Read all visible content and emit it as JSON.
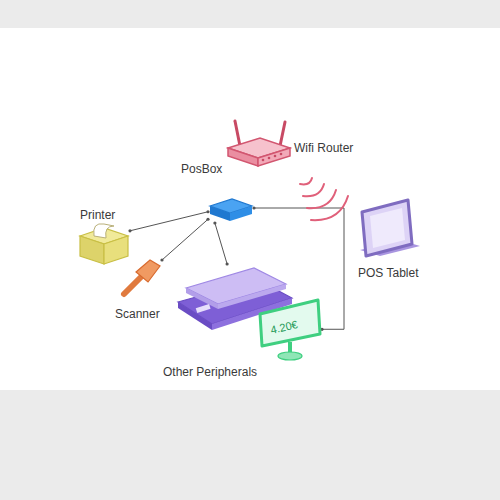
{
  "diagram": {
    "nodes": [
      {
        "text": [
          "Wifi Router"
        ]
      },
      {
        "text": [
          "PosBox"
        ]
      },
      {
        "text": [
          "Printer"
        ]
      },
      {
        "text": [
          "POS Tablet"
        ]
      },
      {
        "text": [
          "Scanner"
        ]
      },
      {
        "text": [
          "Other Peripherals"
        ]
      }
    ],
    "edges": [
      {
        "from": 1,
        "to": 2,
        "arrow": "none"
      },
      {
        "from": 1,
        "to": 4,
        "arrow": "none"
      },
      {
        "from": 1,
        "to": 5,
        "arrow": "none"
      },
      {
        "from": 1,
        "to": 5,
        "arrow": "none"
      }
    ],
    "labels": [
      "4.20€"
    ]
  }
}
